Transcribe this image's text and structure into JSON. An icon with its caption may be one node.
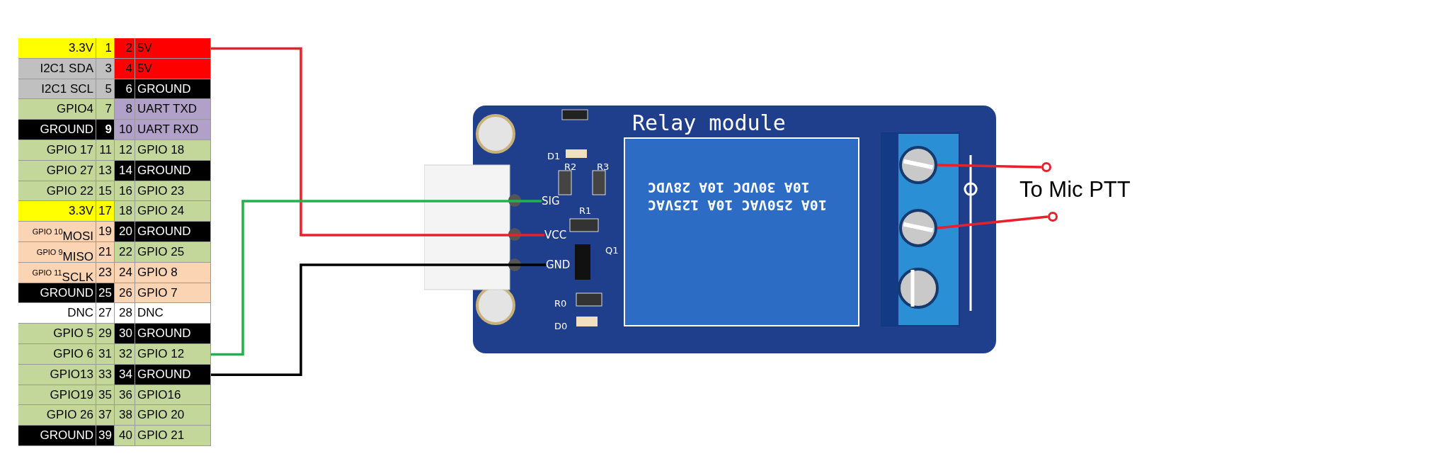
{
  "diagram": {
    "nodes": [
      {
        "text": [
          "Relay module"
        ]
      },
      {
        "text": [
          "SIG"
        ],
        "in": 0
      },
      {
        "text": [
          "VCC"
        ],
        "in": 0
      },
      {
        "text": [
          "GND"
        ],
        "in": 0
      },
      {
        "text": [],
        "shape": "circle",
        "in": 0
      },
      {
        "text": [],
        "shape": "circle",
        "in": 0
      },
      {
        "text": [
          "5V"
        ]
      },
      {
        "text": [
          "GPIO 12"
        ]
      },
      {
        "text": [
          "GROUND"
        ]
      },
      {
        "text": [],
        "shape": "circle"
      },
      {
        "text": [],
        "shape": "circle"
      }
    ],
    "edges": [
      {
        "from": 6,
        "to": 2,
        "arrow": "none"
      },
      {
        "from": 7,
        "to": 1,
        "arrow": "none",
        "color": "#22b14c"
      },
      {
        "from": 8,
        "to": 3,
        "arrow": "none",
        "color": "#000000"
      },
      {
        "from": 4,
        "to": 9,
        "arrow": "none"
      },
      {
        "from": 5,
        "to": 10,
        "arrow": "none"
      }
    ],
    "labels": [
      "3.3V",
      "1",
      "2",
      "I2C1 SDA",
      "3",
      "4",
      "5V",
      "I2C1 SCL",
      "5",
      "6",
      "GROUND",
      "GPIO4",
      "7",
      "8",
      "UART TXD",
      "GROUND",
      "9",
      "10",
      "UART RXD",
      "GPIO 17",
      "11",
      "12",
      "GPIO 18",
      "GPIO 27",
      "13",
      "14",
      "GROUND",
      "GPIO 22",
      "15",
      "16",
      "GPIO 23",
      "3.3V",
      "17",
      "18",
      "GPIO 24",
      "$^{GPIO 10}$MOSI",
      "19",
      "20",
      "GROUND",
      "$^{GPIO 9}$MISO",
      "21",
      "22",
      "GPIO 25",
      "$^{GPIO 11}$SCLK",
      "23",
      "24",
      "GPIO 8",
      "GROUND",
      "25",
      "26",
      "GPIO 7",
      "DNC",
      "27",
      "28",
      "DNC",
      "GPIO 5",
      "29",
      "30",
      "GROUND",
      "GPIO 6",
      "31",
      "32",
      "GPIO13",
      "33",
      "34",
      "GPIO19",
      "35",
      "36",
      "GPIO16",
      "GPIO 26",
      "37",
      "38",
      "GPIO 20",
      "GROUND",
      "39",
      "40",
      "GPIO 21",
      "D1",
      "R2",
      "R3",
      "R1",
      "Q1",
      "R0",
      "D0",
      "10A 250VAC 10A 125VAC",
      "10A 30VDC 10A 28VDC",
      "To Mic PTT"
    ]
  }
}
